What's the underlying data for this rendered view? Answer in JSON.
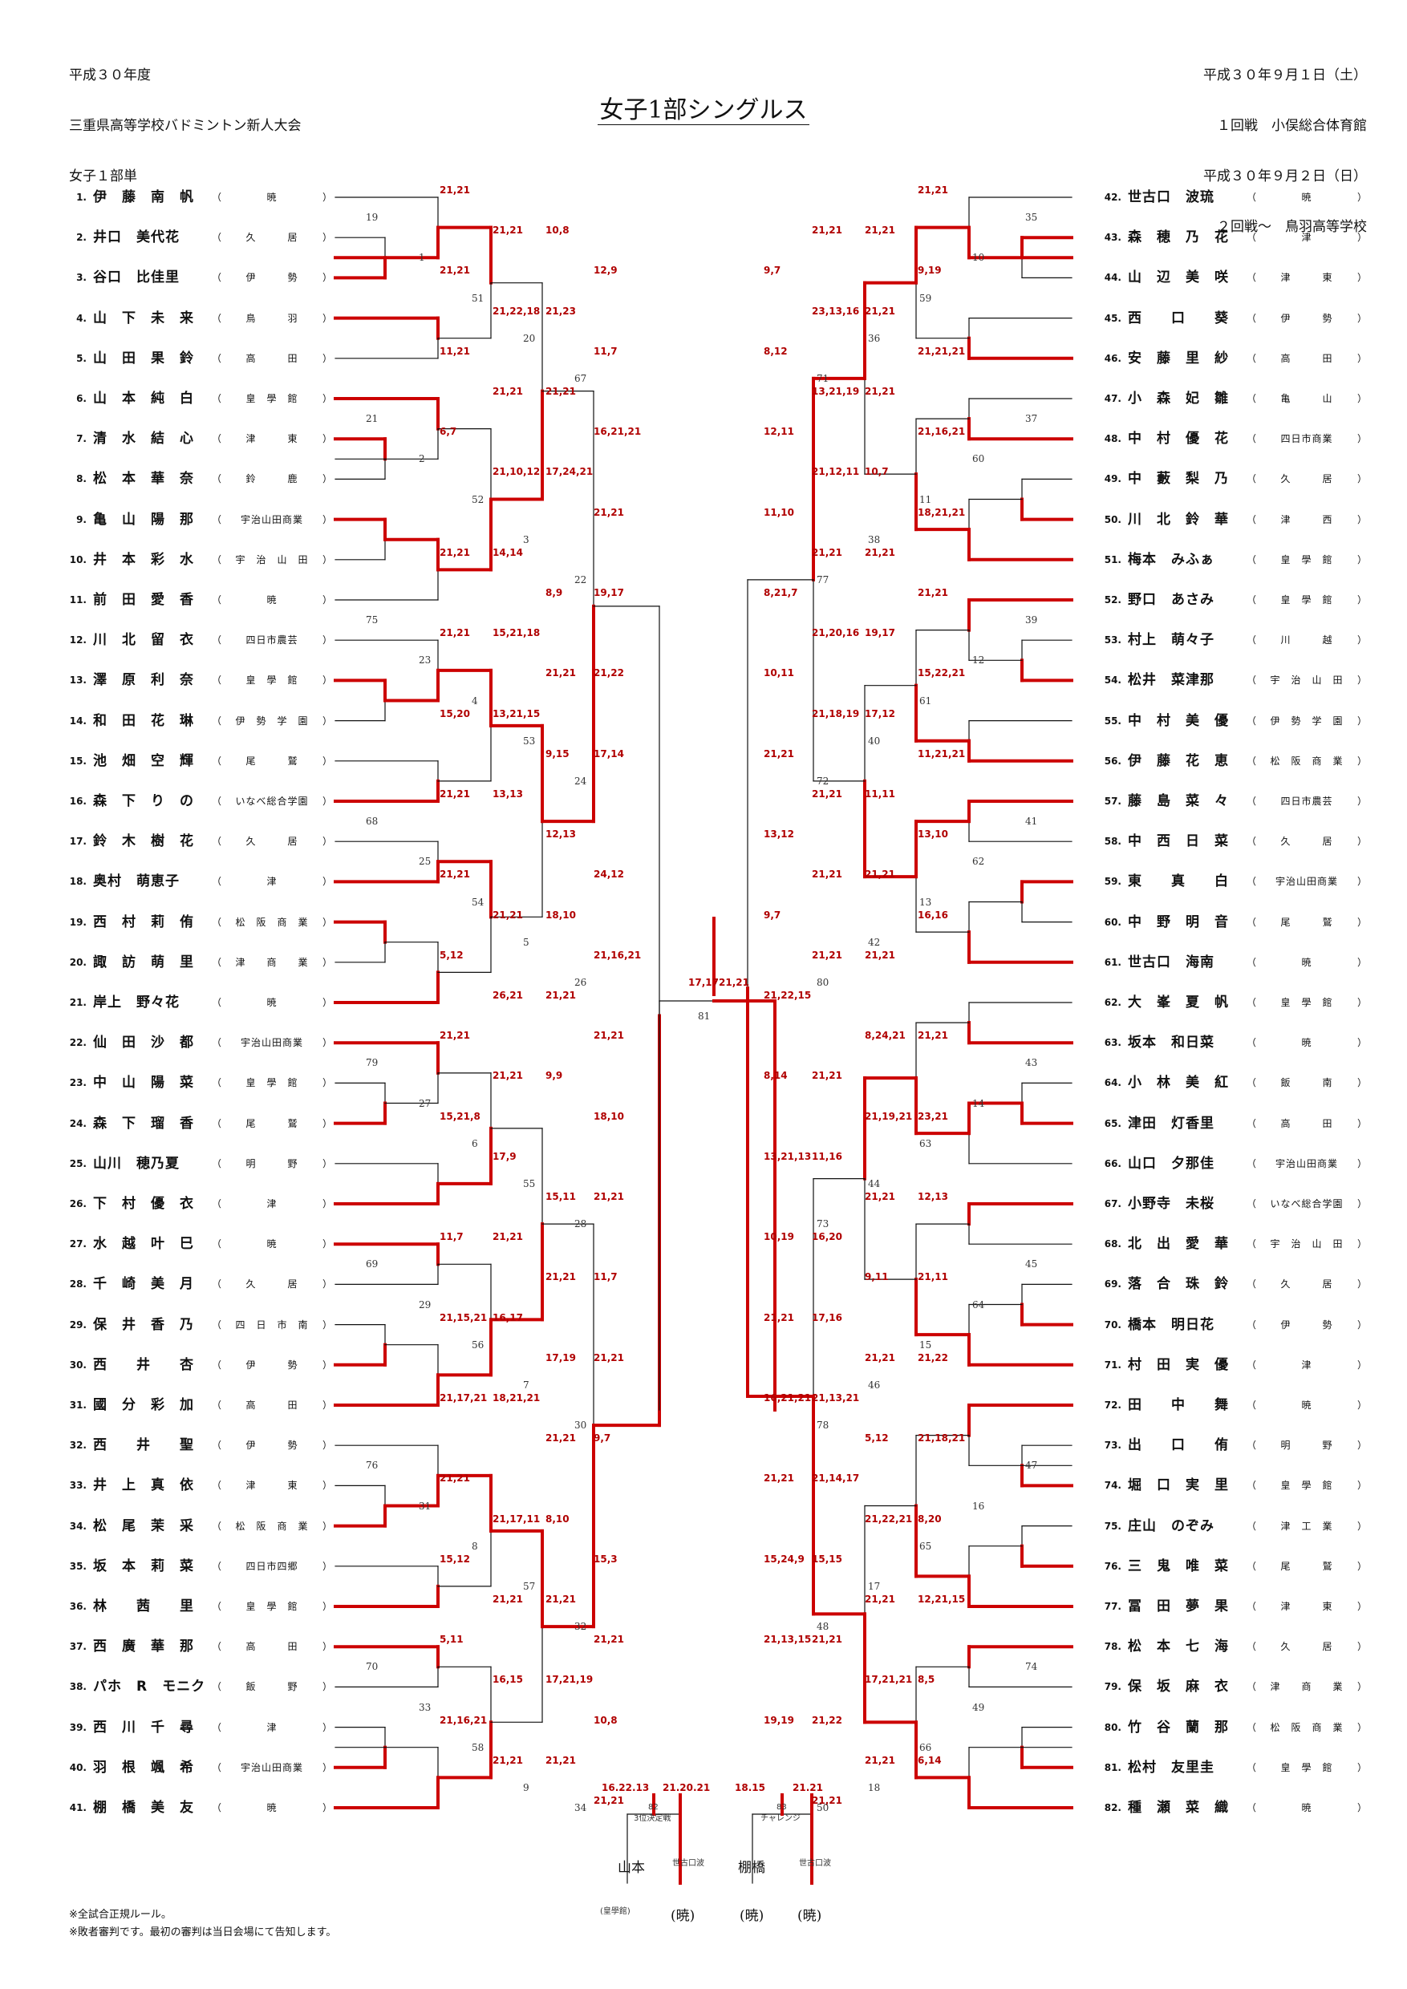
{
  "header_left": [
    "平成３０年度",
    "三重県高等学校バドミントン新人大会",
    "女子１部単"
  ],
  "header_right": [
    "平成３０年９月１日（土）",
    "１回戦　小俣総合体育館",
    "平成３０年９月２日（日）",
    "２回戦～　鳥羽高等学校"
  ],
  "title": "女子1部シングルス",
  "notes": [
    "※全試合正規ルール。",
    "※敗者審判です。最初の審判は当日会場にて告知します。"
  ],
  "colors": {
    "line": "#111111",
    "winner_line": "#cc0000",
    "score": "#b00000"
  },
  "left_players": [
    {
      "no": "1.",
      "name": "伊　藤　南　帆",
      "school": "暁"
    },
    {
      "no": "2.",
      "name": "井口　美代花",
      "school": "久　　　居"
    },
    {
      "no": "3.",
      "name": "谷口　比佳里",
      "school": "伊　　　勢"
    },
    {
      "no": "4.",
      "name": "山　下　未　来",
      "school": "鳥　　　羽"
    },
    {
      "no": "5.",
      "name": "山　田　果　鈴",
      "school": "高　　　田"
    },
    {
      "no": "6.",
      "name": "山　本　純　白",
      "school": "皇　學　館"
    },
    {
      "no": "7.",
      "name": "清　水　結　心",
      "school": "津　　　東"
    },
    {
      "no": "8.",
      "name": "松　本　華　奈",
      "school": "鈴　　　鹿"
    },
    {
      "no": "9.",
      "name": "亀　山　陽　那",
      "school": "宇治山田商業"
    },
    {
      "no": "10.",
      "name": "井　本　彩　水",
      "school": "宇　治　山　田"
    },
    {
      "no": "11.",
      "name": "前　田　愛　香",
      "school": "暁"
    },
    {
      "no": "12.",
      "name": "川　北　留　衣",
      "school": "四日市農芸"
    },
    {
      "no": "13.",
      "name": "澤　原　利　奈",
      "school": "皇　學　館"
    },
    {
      "no": "14.",
      "name": "和　田　花　琳",
      "school": "伊　勢　学　園"
    },
    {
      "no": "15.",
      "name": "池　畑　空　輝",
      "school": "尾　　　鷲"
    },
    {
      "no": "16.",
      "name": "森　下　り　の",
      "school": "いなべ総合学園"
    },
    {
      "no": "17.",
      "name": "鈴　木　樹　花",
      "school": "久　　　居"
    },
    {
      "no": "18.",
      "name": "奥村　萌恵子",
      "school": "津"
    },
    {
      "no": "19.",
      "name": "西　村　莉　侑",
      "school": "松　阪　商　業"
    },
    {
      "no": "20.",
      "name": "諏　訪　萌　里",
      "school": "津　　商　　業"
    },
    {
      "no": "21.",
      "name": "岸上　野々花",
      "school": "暁"
    },
    {
      "no": "22.",
      "name": "仙　田　沙　都",
      "school": "宇治山田商業"
    },
    {
      "no": "23.",
      "name": "中　山　陽　菜",
      "school": "皇　學　館"
    },
    {
      "no": "24.",
      "name": "森　下　瑠　香",
      "school": "尾　　　鷲"
    },
    {
      "no": "25.",
      "name": "山川　穂乃夏",
      "school": "明　　　野"
    },
    {
      "no": "26.",
      "name": "下　村　優　衣",
      "school": "津"
    },
    {
      "no": "27.",
      "name": "水　越　叶　巳",
      "school": "暁"
    },
    {
      "no": "28.",
      "name": "千　崎　美　月",
      "school": "久　　　居"
    },
    {
      "no": "29.",
      "name": "保　井　香　乃",
      "school": "四　日　市　南"
    },
    {
      "no": "30.",
      "name": "西　　井　　杏",
      "school": "伊　　　勢"
    },
    {
      "no": "31.",
      "name": "國　分　彩　加",
      "school": "高　　　田"
    },
    {
      "no": "32.",
      "name": "西　　井　　聖",
      "school": "伊　　　勢"
    },
    {
      "no": "33.",
      "name": "井　上　真　依",
      "school": "津　　　東"
    },
    {
      "no": "34.",
      "name": "松　尾　茉　采",
      "school": "松　阪　商　業"
    },
    {
      "no": "35.",
      "name": "坂　本　莉　菜",
      "school": "四日市四郷"
    },
    {
      "no": "36.",
      "name": "林　　茜　　里",
      "school": "皇　學　館"
    },
    {
      "no": "37.",
      "name": "西　廣　華　那",
      "school": "高　　　田"
    },
    {
      "no": "38.",
      "name": "パホ　R　モニク",
      "school": "飯　　　野"
    },
    {
      "no": "39.",
      "name": "西　川　千　尋",
      "school": "津"
    },
    {
      "no": "40.",
      "name": "羽　根　颯　希",
      "school": "宇治山田商業"
    },
    {
      "no": "41.",
      "name": "棚　橋　美　友",
      "school": "暁"
    }
  ],
  "right_players": [
    {
      "no": "42.",
      "name": "世古口　波琉",
      "school": "暁"
    },
    {
      "no": "43.",
      "name": "森　穂　乃　花",
      "school": "津"
    },
    {
      "no": "44.",
      "name": "山　辺　美　咲",
      "school": "津　　　東"
    },
    {
      "no": "45.",
      "name": "西　　口　　葵",
      "school": "伊　　　勢"
    },
    {
      "no": "46.",
      "name": "安　藤　里　紗",
      "school": "高　　　田"
    },
    {
      "no": "47.",
      "name": "小　森　妃　雛",
      "school": "亀　　　山"
    },
    {
      "no": "48.",
      "name": "中　村　優　花",
      "school": "四日市商業"
    },
    {
      "no": "49.",
      "name": "中　藪　梨　乃",
      "school": "久　　　居"
    },
    {
      "no": "50.",
      "name": "川　北　鈴　華",
      "school": "津　　　西"
    },
    {
      "no": "51.",
      "name": "梅本　みふぁ",
      "school": "皇　學　館"
    },
    {
      "no": "52.",
      "name": "野口　あさみ",
      "school": "皇　學　館"
    },
    {
      "no": "53.",
      "name": "村上　萌々子",
      "school": "川　　　越"
    },
    {
      "no": "54.",
      "name": "松井　菜津那",
      "school": "宇　治　山　田"
    },
    {
      "no": "55.",
      "name": "中　村　美　優",
      "school": "伊　勢　学　園"
    },
    {
      "no": "56.",
      "name": "伊　藤　花　恵",
      "school": "松　阪　商　業"
    },
    {
      "no": "57.",
      "name": "藤　島　菜　々",
      "school": "四日市農芸"
    },
    {
      "no": "58.",
      "name": "中　西　日　菜",
      "school": "久　　　居"
    },
    {
      "no": "59.",
      "name": "東　　真　　白",
      "school": "宇治山田商業"
    },
    {
      "no": "60.",
      "name": "中　野　明　音",
      "school": "尾　　　鷲"
    },
    {
      "no": "61.",
      "name": "世古口　海南",
      "school": "暁"
    },
    {
      "no": "62.",
      "name": "大　峯　夏　帆",
      "school": "皇　學　館"
    },
    {
      "no": "63.",
      "name": "坂本　和日菜",
      "school": "暁"
    },
    {
      "no": "64.",
      "name": "小　林　美　紅",
      "school": "飯　　　南"
    },
    {
      "no": "65.",
      "name": "津田　灯香里",
      "school": "高　　　田"
    },
    {
      "no": "66.",
      "name": "山口　夕那佳",
      "school": "宇治山田商業"
    },
    {
      "no": "67.",
      "name": "小野寺　未桜",
      "school": "いなべ総合学園"
    },
    {
      "no": "68.",
      "name": "北　出　愛　華",
      "school": "宇　治　山　田"
    },
    {
      "no": "69.",
      "name": "落　合　珠　鈴",
      "school": "久　　　居"
    },
    {
      "no": "70.",
      "name": "橋本　明日花",
      "school": "伊　　　勢"
    },
    {
      "no": "71.",
      "name": "村　田　実　優",
      "school": "津"
    },
    {
      "no": "72.",
      "name": "田　　中　　舞",
      "school": "暁"
    },
    {
      "no": "73.",
      "name": "出　　口　　侑",
      "school": "明　　　野"
    },
    {
      "no": "74.",
      "name": "堀　口　実　里",
      "school": "皇　學　館"
    },
    {
      "no": "75.",
      "name": "庄山　のぞみ",
      "school": "津　工　業"
    },
    {
      "no": "76.",
      "name": "三　鬼　唯　菜",
      "school": "尾　　　鷲"
    },
    {
      "no": "77.",
      "name": "冨　田　夢　果",
      "school": "津　　　東"
    },
    {
      "no": "78.",
      "name": "松　本　七　海",
      "school": "久　　　居"
    },
    {
      "no": "79.",
      "name": "保　坂　麻　衣",
      "school": "津　　商　　業"
    },
    {
      "no": "80.",
      "name": "竹　谷　蘭　那",
      "school": "松　阪　商　業"
    },
    {
      "no": "81.",
      "name": "松村　友里圭",
      "school": "皇　學　館"
    },
    {
      "no": "82.",
      "name": "種　瀬　菜　織",
      "school": "暁"
    }
  ],
  "left_scores": [
    "21,21",
    "21,21",
    "10,8",
    "12,9",
    "21,21",
    "21,22,18",
    "21,23",
    "11,7",
    "11,21",
    "21,21",
    "21,21",
    "16,21,21",
    "6,7",
    "21,10,12",
    "17,24,21",
    "21,21",
    "21,21",
    "14,14",
    "8,9",
    "19,17",
    "21,21",
    "15,21,18",
    "21,21",
    "21,22",
    "15,20",
    "13,21,15",
    "9,15",
    "17,14",
    "21,21",
    "13,13",
    "12,13",
    "24,12",
    "21,21",
    "21,21",
    "18,10",
    "21,16,21",
    "5,12",
    "26,21",
    "21,21",
    "21,21",
    "21,21",
    "21,21",
    "9,9",
    "18,10",
    "15,21,8",
    "17,9",
    "15,11",
    "21,21",
    "11,7",
    "21,21",
    "21,21",
    "11,7",
    "21,15,21",
    "16,17",
    "17,19",
    "21,21",
    "21,17,21",
    "18,21,21",
    "21,21",
    "9,7",
    "21,21",
    "21,17,11",
    "8,10",
    "15,3",
    "15,12",
    "21,21",
    "21,21",
    "21,21",
    "5,11",
    "16,15",
    "17,21,19",
    "10,8",
    "21,16,21",
    "21,21",
    "21,21",
    "21,21"
  ],
  "left_match_numbers": [
    "19",
    "1",
    "51",
    "20",
    "67",
    "21",
    "2",
    "52",
    "3",
    "22",
    "75",
    "23",
    "4",
    "53",
    "24",
    "68",
    "25",
    "54",
    "5",
    "26",
    "79",
    "27",
    "6",
    "55",
    "28",
    "69",
    "29",
    "56",
    "7",
    "30",
    "76",
    "31",
    "8",
    "57",
    "32",
    "70",
    "33",
    "58",
    "9",
    "34"
  ],
  "right_scores": [
    "21,21",
    "21,21",
    "21,21",
    "9,7",
    "9,19",
    "21,21",
    "23,13,16",
    "8,12",
    "21,21,21",
    "21,21",
    "13,21,19",
    "12,11",
    "21,16,21",
    "10,7",
    "21,12,11",
    "11,10",
    "18,21,21",
    "21,21",
    "21,21",
    "8,21,7",
    "21,21",
    "19,17",
    "21,20,16",
    "10,11",
    "15,22,21",
    "17,12",
    "21,18,19",
    "21,21",
    "11,21,21",
    "11,11",
    "21,21",
    "13,12",
    "13,10",
    "21,21",
    "21,21",
    "9,7",
    "16,16",
    "21,21",
    "21,21",
    "21,22,15",
    "21,21",
    "8,24,21",
    "21,21",
    "8,14",
    "23,21",
    "21,19,21",
    "11,16",
    "13,21,13",
    "12,13",
    "21,21",
    "16,20",
    "10,19",
    "21,11",
    "9,11",
    "17,16",
    "21,21",
    "21,22",
    "21,21",
    "21,13,21",
    "16,21,21",
    "21,18,21",
    "5,12",
    "21,14,17",
    "21,21",
    "8,20",
    "21,22,21",
    "15,15",
    "15,24,9",
    "12,21,15",
    "21,21",
    "21,21",
    "21,13,15",
    "8,5",
    "17,21,21",
    "21,22",
    "19,19",
    "6,14",
    "21,21",
    "21,21"
  ],
  "right_match_numbers": [
    "35",
    "10",
    "59",
    "36",
    "71",
    "37",
    "60",
    "11",
    "38",
    "77",
    "39",
    "12",
    "61",
    "40",
    "72",
    "41",
    "62",
    "13",
    "42",
    "80",
    "43",
    "14",
    "63",
    "44",
    "73",
    "45",
    "64",
    "15",
    "46",
    "78",
    "47",
    "16",
    "65",
    "17",
    "48",
    "74",
    "49",
    "66",
    "18",
    "50"
  ],
  "center": {
    "score_a": "17,17",
    "score_b": "21,21",
    "match_81": "81"
  },
  "third_place": {
    "score_left": "16.22.13",
    "score_right": "21.20.21",
    "match_no": "82",
    "caption": "3位決定戦",
    "player_left": "山本",
    "school_left": "(皇學館)",
    "player_right": "世古口波",
    "school_right": "(暁)"
  },
  "challenge": {
    "score_left": "18.15",
    "score_right": "21.21",
    "match_no": "83",
    "caption": "チャレンジ",
    "player_left": "棚橋",
    "school_left": "(暁)",
    "player_right": "世古口波",
    "school_right": "(暁)"
  }
}
